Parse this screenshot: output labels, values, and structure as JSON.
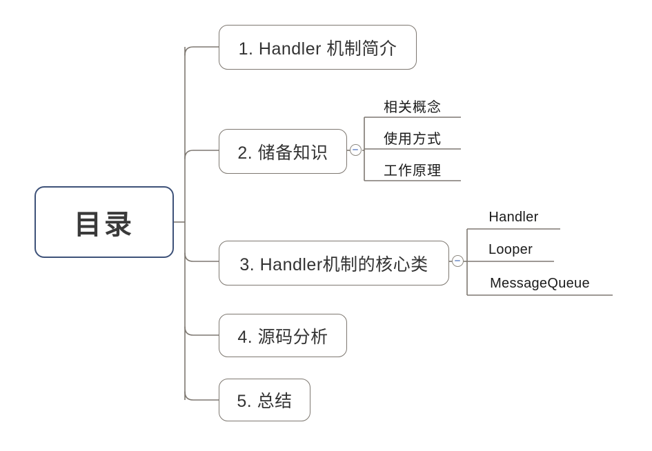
{
  "diagram": {
    "type": "mindmap",
    "title": "目录",
    "background_color": "#ffffff",
    "root": {
      "label": "目录",
      "border_color": "#3d5178",
      "text_color": "#3a3a3a"
    },
    "branch_color": "#7d7770",
    "node_border_color": "#7d7770",
    "node_text_color": "#333333",
    "leaf_text_color": "#1a1a1a",
    "toggle_icon_color": "#8fa6d4",
    "nodes": [
      {
        "index": 1,
        "label": "1. Handler 机制简介",
        "collapsible": false,
        "children": []
      },
      {
        "index": 2,
        "label": "2. 储备知识",
        "collapsible": true,
        "toggle_state": "expanded",
        "toggle_icon": "minus-circle-icon",
        "children": [
          {
            "label": "相关概念"
          },
          {
            "label": "使用方式"
          },
          {
            "label": "工作原理"
          }
        ]
      },
      {
        "index": 3,
        "label": "3. Handler机制的核心类",
        "collapsible": true,
        "toggle_state": "expanded",
        "toggle_icon": "minus-circle-icon",
        "children": [
          {
            "label": "Handler"
          },
          {
            "label": "Looper"
          },
          {
            "label": "MessageQueue"
          }
        ]
      },
      {
        "index": 4,
        "label": "4. 源码分析",
        "collapsible": false,
        "children": []
      },
      {
        "index": 5,
        "label": "5. 总结",
        "collapsible": false,
        "children": []
      }
    ]
  }
}
